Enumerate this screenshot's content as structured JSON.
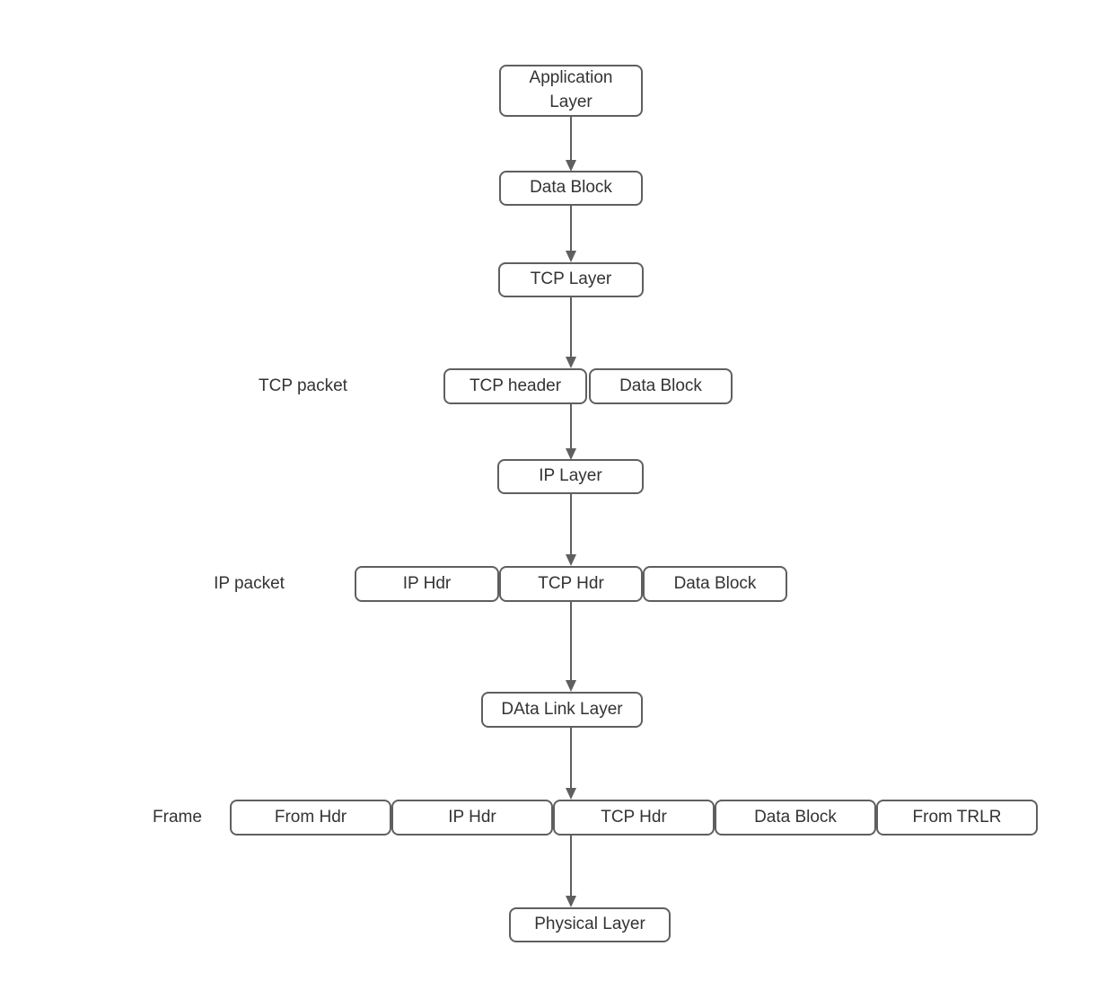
{
  "diagram": {
    "colors": {
      "stroke": "#5f5f5f",
      "text": "#333333",
      "background": "#ffffff"
    },
    "nodes": {
      "application_layer": "Application Layer",
      "data_block": "Data Block",
      "tcp_layer": "TCP Layer",
      "ip_layer": "IP Layer",
      "data_link_layer": "DAta Link Layer",
      "physical_layer": "Physical Layer"
    },
    "tcp_packet": {
      "label": "TCP packet",
      "cells": [
        "TCP header",
        "Data Block"
      ]
    },
    "ip_packet": {
      "label": "IP packet",
      "cells": [
        "IP Hdr",
        "TCP Hdr",
        "Data Block"
      ]
    },
    "frame": {
      "label": "Frame",
      "cells": [
        "From Hdr",
        "IP Hdr",
        "TCP Hdr",
        "Data Block",
        "From TRLR"
      ]
    }
  }
}
